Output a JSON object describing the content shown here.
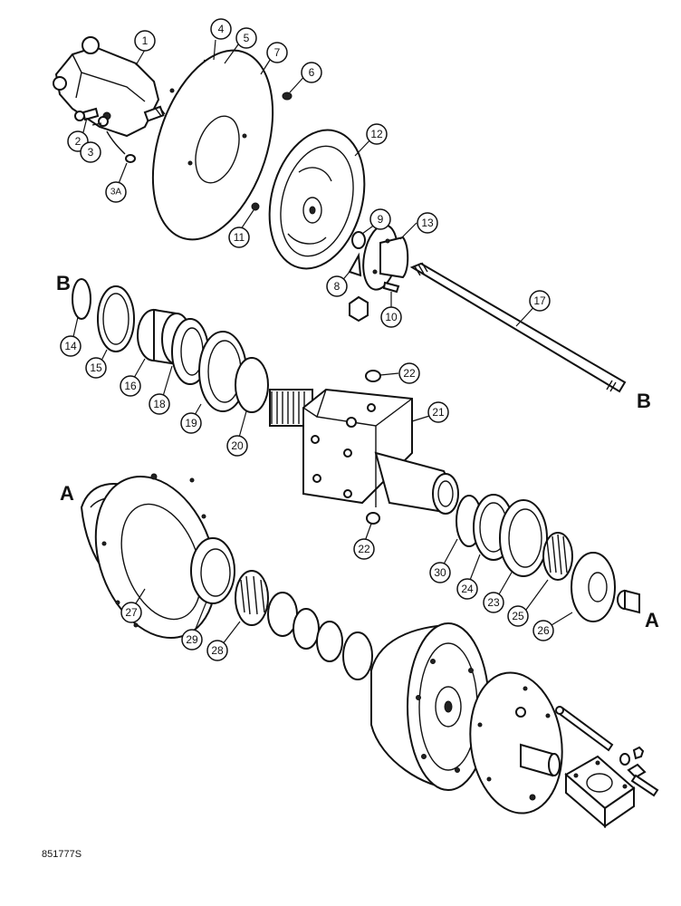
{
  "callouts": {
    "c1": "1",
    "c2": "2",
    "c3": "3",
    "c3a": "3A",
    "c4": "4",
    "c5": "5",
    "c6": "6",
    "c7": "7",
    "c8": "8",
    "c9": "9",
    "c10": "10",
    "c11": "11",
    "c12": "12",
    "c13": "13",
    "c14": "14",
    "c15": "15",
    "c16": "16",
    "c17": "17",
    "c18": "18",
    "c19": "19",
    "c20": "20",
    "c21": "21",
    "c22a": "22",
    "c22b": "22",
    "c23": "23",
    "c24": "24",
    "c25": "25",
    "c26": "26",
    "c27": "27",
    "c28": "28",
    "c29": "29",
    "c30": "30"
  },
  "markers": {
    "b_left": "B",
    "b_right": "B",
    "a_left": "A",
    "a_right": "A"
  },
  "document_number": "851777S"
}
